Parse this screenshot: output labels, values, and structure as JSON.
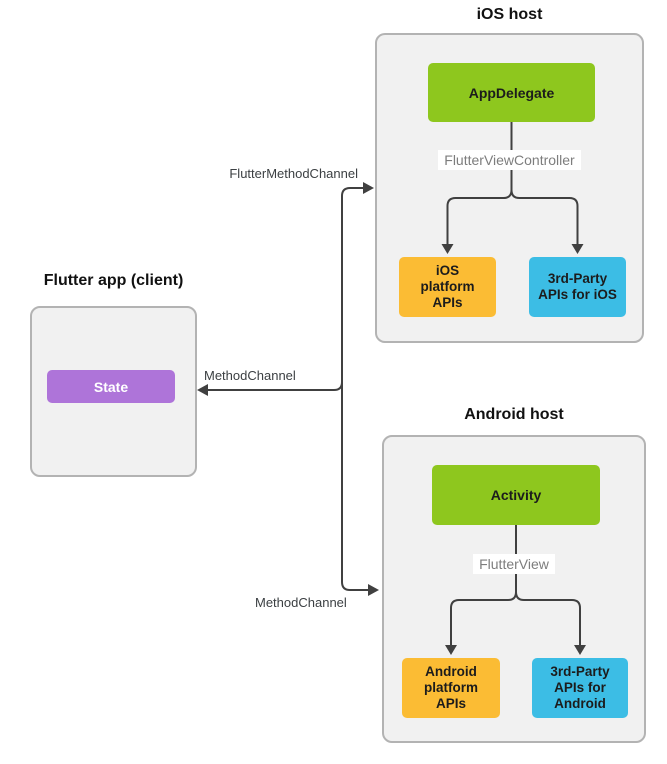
{
  "colors": {
    "green": "#8ec71e",
    "orange": "#fbbc34",
    "blue": "#3cbde5",
    "purple": "#ae74d9",
    "container-bg": "#f1f1f1",
    "container-border": "#b3b3b3",
    "line": "#404040",
    "chip-text": "#7d7d7d",
    "label-text": "#3c4043",
    "title-text": "#111111",
    "box-text": "#1c1c1c"
  },
  "flutter_app": {
    "title": "Flutter app (client)",
    "state_box": "State"
  },
  "ios_host": {
    "title": "iOS host",
    "app_delegate_box": "AppDelegate",
    "view_controller_label": "FlutterViewController",
    "platform_apis_box": "iOS\nplatform\nAPIs",
    "third_party_box": "3rd-Party\nAPIs for iOS"
  },
  "android_host": {
    "title": "Android host",
    "activity_box": "Activity",
    "flutter_view_label": "FlutterView",
    "platform_apis_box": "Android\nplatform\nAPIs",
    "third_party_box": "3rd-Party\nAPIs for\nAndroid"
  },
  "channels": {
    "ios_channel_label": "FlutterMethodChannel",
    "app_channel_label": "MethodChannel",
    "android_channel_label": "MethodChannel"
  }
}
